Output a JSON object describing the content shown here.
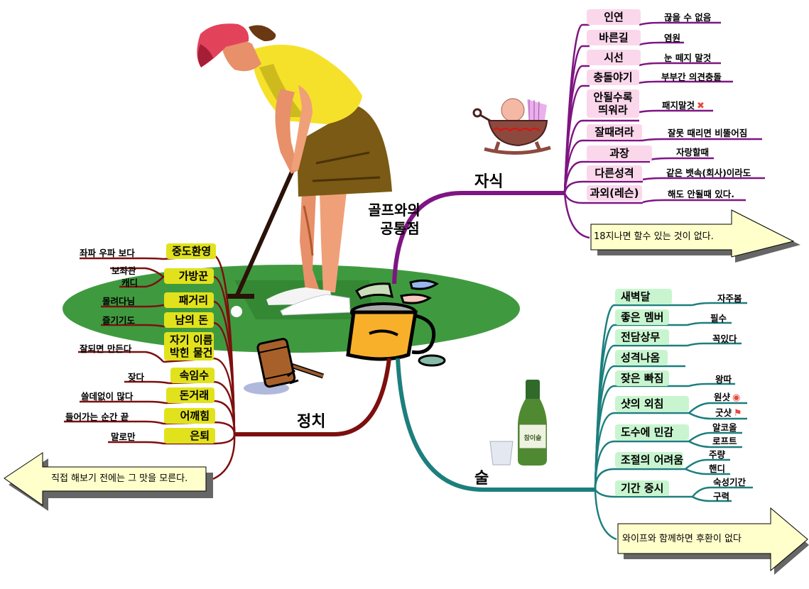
{
  "center": {
    "title_line1": "골프와의",
    "title_line2": "공통점"
  },
  "colors": {
    "children_branch": "#7f1583",
    "alcohol_branch": "#1c7f7d",
    "politics_branch": "#7e0f0f",
    "children_node_bg": "#fbd7ec",
    "alcohol_node_bg": "#c8f5cf",
    "politics_node_bg": "#e1e21c",
    "arrow_fill": "#ffffcc",
    "green_field": "#3f9a3f"
  },
  "branches": {
    "children": {
      "title": "자식",
      "icon": "baby-cradle-icon",
      "items": [
        {
          "label": "인연",
          "leaves": [
            "끊을 수 없음"
          ]
        },
        {
          "label": "바른길",
          "leaves": [
            "염원"
          ]
        },
        {
          "label": "시선",
          "leaves": [
            "눈 떼지 말것"
          ]
        },
        {
          "label": "충돌야기",
          "leaves": [
            "부부간 의견충돌"
          ]
        },
        {
          "label": "안될수록 띄워라",
          "label_line1": "안될수록",
          "label_line2": "띄워라",
          "leaves": [
            "패지말것"
          ],
          "leaf_icon": "cross-mark-icon",
          "leaf_icon_glyph": "✖"
        },
        {
          "label": "잘때려라",
          "leaves": [
            "잘못 때리면 비뚤어짐"
          ]
        },
        {
          "label": "과장",
          "leaves": [
            "자랑할때"
          ]
        },
        {
          "label": "다른성격",
          "leaves": [
            "같은 뱃속(회사)이라도"
          ]
        },
        {
          "label": "과외(레슨)",
          "leaves": [
            "해도 안될때 있다."
          ]
        }
      ],
      "arrow_note": "18지나면 할수 있는 것이 없다."
    },
    "alcohol": {
      "title": "술",
      "icon": "soju-bottle-icon",
      "items": [
        {
          "label": "새벽달",
          "leaves": [
            "자주봄"
          ]
        },
        {
          "label": "좋은 멤버",
          "leaves": [
            "필수"
          ]
        },
        {
          "label": "전담상무",
          "leaves": [
            "꼭있다"
          ]
        },
        {
          "label": "성격나옴",
          "leaves": []
        },
        {
          "label": "잦은 빠짐",
          "leaves": [
            "왕따"
          ]
        },
        {
          "label": "샷의 외침",
          "leaves": [
            "원샷",
            "굿샷"
          ],
          "leaf_icons": [
            "target-icon",
            "flag-icon"
          ],
          "leaf_icon_glyphs": [
            "◉",
            "⚑"
          ]
        },
        {
          "label": "도수에 민감",
          "leaves": [
            "알코올",
            "로프트"
          ]
        },
        {
          "label": "조절의 어려움",
          "leaves": [
            "주량",
            "핸디"
          ]
        },
        {
          "label": "기간 중시",
          "leaves": [
            "숙성기간",
            "구력"
          ]
        }
      ],
      "arrow_note": "와이프와 함께하면 후환이 없다"
    },
    "politics": {
      "title": "정치",
      "icon": "gavel-icon",
      "items": [
        {
          "label": "중도환영",
          "leaves": [
            "좌파 우파 보다"
          ]
        },
        {
          "label": "가방꾼",
          "leaves": [
            "보좌관",
            "캐디"
          ]
        },
        {
          "label": "패거리",
          "leaves": [
            "몰려다님"
          ]
        },
        {
          "label": "남의 돈",
          "leaves": [
            "즐기기도"
          ]
        },
        {
          "label": "자기 이름 박힌 물건",
          "label_line1": "자기 이름",
          "label_line2": "박힌 물건",
          "leaves": [
            "잘되면 만든다"
          ]
        },
        {
          "label": "속임수",
          "leaves": [
            "잦다"
          ]
        },
        {
          "label": "돈거래",
          "leaves": [
            "쓸데없이 많다"
          ]
        },
        {
          "label": "어깨힘",
          "leaves": [
            "들어가는 순간 끝"
          ]
        },
        {
          "label": "은퇴",
          "leaves": [
            "말로만"
          ]
        }
      ],
      "arrow_note": "직접 해보기 전에는 그 맛을 모른다."
    }
  },
  "illustrations": {
    "golfer": "golfer-illustration",
    "golf_bag": "golf-bag-icon",
    "green": "putting-green"
  }
}
